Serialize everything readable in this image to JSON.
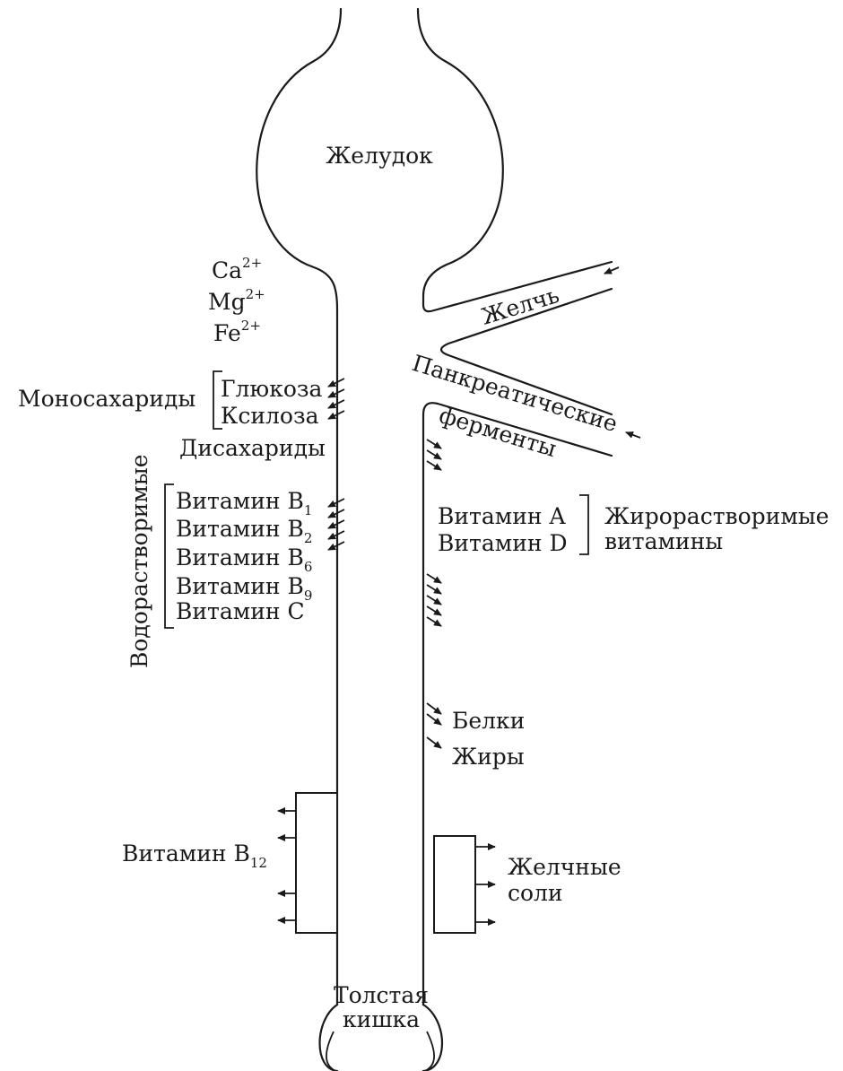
{
  "organs": {
    "stomach": "Желудок",
    "colon_line1": "Толстая",
    "colon_line2": "кишка"
  },
  "ducts": {
    "bile": "Желчь",
    "pancreatic_line1": "Панкреатические",
    "pancreatic_line2": "ферменты"
  },
  "minerals": {
    "ca": "Ca",
    "ca_charge": "2+",
    "mg": "Mg",
    "mg_charge": "2+",
    "fe": "Fe",
    "fe_charge": "2+"
  },
  "monosaccharides": {
    "group": "Моносахариды",
    "glucose": "Глюкоза",
    "xylose": "Ксилоза"
  },
  "disaccharides": "Дисахариды",
  "water_soluble": {
    "group": "Водорастворимые",
    "b1": "Витамин B",
    "b1_sub": "1",
    "b2": "Витамин B",
    "b2_sub": "2",
    "b6": "Витамин B",
    "b6_sub": "6",
    "b9": "Витамин B",
    "b9_sub": "9",
    "c": "Витамин C"
  },
  "fat_soluble": {
    "vit_a": "Витамин A",
    "vit_d": "Витамин D",
    "group_line1": "Жирорастворимые",
    "group_line2": "витамины"
  },
  "proteins": "Белки",
  "fats": "Жиры",
  "vitamin_b12": {
    "label": "Витамин B",
    "sub": "12"
  },
  "bile_salts": {
    "line1": "Желчные",
    "line2": "соли"
  }
}
